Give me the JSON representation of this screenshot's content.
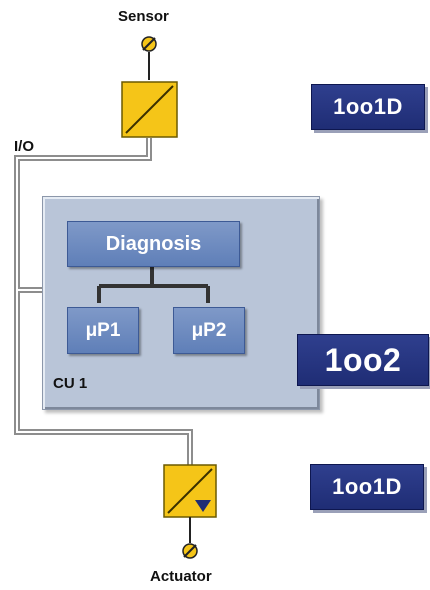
{
  "labels": {
    "sensor": "Sensor",
    "io": "I/O",
    "actuator": "Actuator",
    "cu": "CU 1"
  },
  "blocks": {
    "diagnosis": "Diagnosis",
    "up1": "μP1",
    "up2": "μP2"
  },
  "badges": {
    "top": "1oo1D",
    "middle": "1oo2",
    "bottom": "1oo1D"
  },
  "colors": {
    "badge": "#1f2d75",
    "block": "#6f8dc2",
    "cu_panel": "#b9c5d8",
    "field_device": "#f5c518"
  }
}
